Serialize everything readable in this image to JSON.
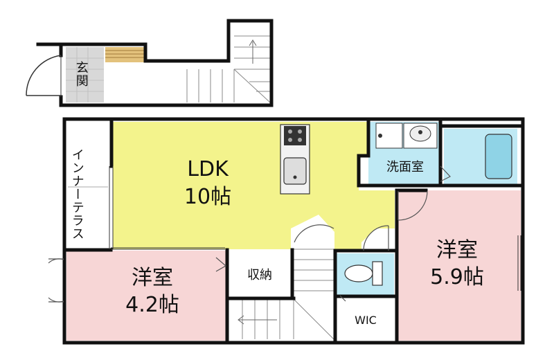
{
  "colors": {
    "ldk": "#f3f38c",
    "western": "#f7d6d6",
    "wet": "#bfe9f4",
    "tile": "#d8d8d8",
    "wall": "#111111"
  },
  "rooms": {
    "genkan": "玄関",
    "inner_terrace": "インナーテラス",
    "ldk_name": "LDK",
    "ldk_size": "10帖",
    "washroom": "洗面室",
    "west_small_name": "洋室",
    "west_small_size": "4.2帖",
    "west_large_name": "洋室",
    "west_large_size": "5.9帖",
    "storage": "収納",
    "wic": "WIC"
  },
  "icons": [
    "stove-icon",
    "sink-icon",
    "washbasin-icon",
    "bathtub-icon",
    "toilet-icon",
    "stairs-icon",
    "door-swing-icon"
  ]
}
